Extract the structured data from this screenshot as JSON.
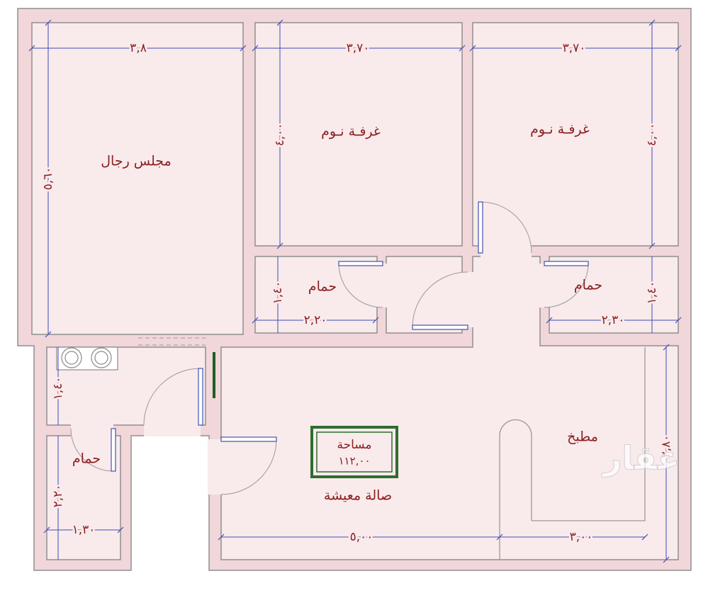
{
  "plan": {
    "rooms": {
      "majlis": "مجلس رجال",
      "bedroom_1": "غرفـة نـوم",
      "bedroom_2": "غرفـة نـوم",
      "bathroom_1": "حمام",
      "bathroom_2": "حمام",
      "bathroom_3": "حمام",
      "living": "صالة معيشة",
      "kitchen": "مطبخ"
    },
    "area": {
      "label": "مساحة",
      "value": "١١٢,٠٠"
    },
    "dimensions": {
      "majlis_width": "٣,٨",
      "majlis_length": "٥,٦٠",
      "bedroom_1_width": "٣,٧٠",
      "bedroom_1_length": "٤,٠٠",
      "bedroom_2_width": "٣,٧٠",
      "bedroom_2_length": "٤,٠٠",
      "bathroom_1_width": "٢,٢٠",
      "bathroom_1_length": "١,٤٠",
      "bathroom_2_width": "٢,٣٠",
      "bathroom_2_length": "١,٤٠",
      "anteroom_length": "١,٤٠",
      "bathroom_3_width": "١,٣٠",
      "bathroom_3_length": "٢,٢٠",
      "living_width": "٥,٠٠",
      "kitchen_width": "٣,٠٠",
      "kitchen_length": "٢,٨٠"
    }
  },
  "watermark": "عقار",
  "colors": {
    "wall": "#f1d6da",
    "room": "#f9eaec",
    "label": "#8b1e1e",
    "dimension_line": "#3e4fb5",
    "area_box": "#2f6d2f",
    "sliding_door": "#1f5e1f"
  }
}
